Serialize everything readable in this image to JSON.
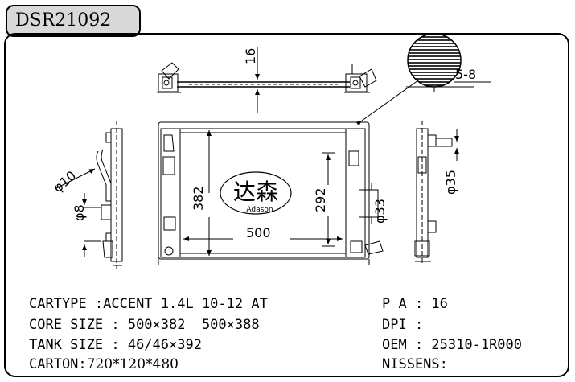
{
  "header": {
    "code": "DSR21092"
  },
  "drawing": {
    "dim_top_thickness": "16",
    "dim_fin_pitch": "5-8",
    "dim_left_pipe": "φ10",
    "dim_left_small_pipe": "φ8",
    "dim_core_height": "382",
    "dim_core_width": "500",
    "dim_inner_height": "292",
    "dim_right_pipe_front": "φ33",
    "dim_right_pipe_side": "φ35",
    "logo_chinese": "达森",
    "logo_latin": "Adason"
  },
  "specs": {
    "cartype_label": "CARTYPE :",
    "cartype_value": "ACCENT 1.4L 10-12 AT",
    "core_label": "CORE SIZE : ",
    "core_value": "500×382  500×388",
    "tank_label": "TANK SIZE : ",
    "tank_value": "46/46×392",
    "carton_label": "CARTON:",
    "carton_value": "720*120*480",
    "pa_label": "P A : ",
    "pa_value": "16",
    "dpi_label": "DPI : ",
    "dpi_value": "",
    "oem_label": "OEM : ",
    "oem_value": "25310-1R000",
    "nissens_label": "NISSENS:",
    "nissens_value": ""
  }
}
